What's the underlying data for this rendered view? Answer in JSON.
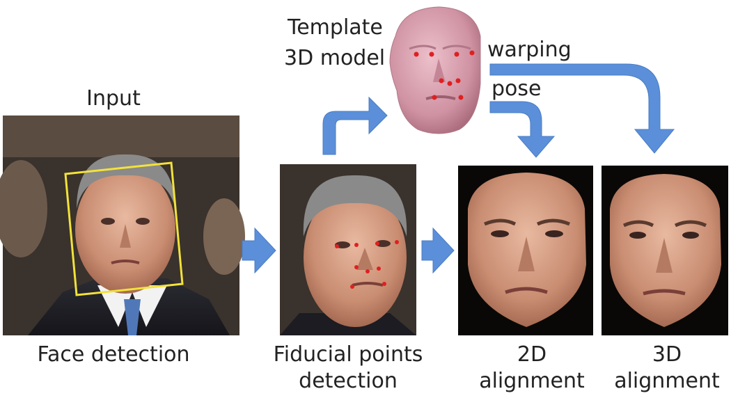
{
  "labels": {
    "input": "Input",
    "template_line1": "Template",
    "template_line2": "3D model",
    "warping": "warping",
    "pose": "pose",
    "face_detection": "Face detection",
    "fiducial_line1": "Fiducial points",
    "fiducial_line2": "detection",
    "alignment2d_line1": "2D",
    "alignment2d_line2": "alignment",
    "alignment3d_line1": "3D",
    "alignment3d_line2": "alignment"
  },
  "colors": {
    "arrow": "#5b8fd9",
    "arrow_stroke": "#4a7cc4",
    "bounding_box": "#f2e23a",
    "fiducial_point": "#e02020",
    "skin": "#d9a58c",
    "template_model": "#d8a3b0",
    "background_dark": "#2a2420"
  }
}
